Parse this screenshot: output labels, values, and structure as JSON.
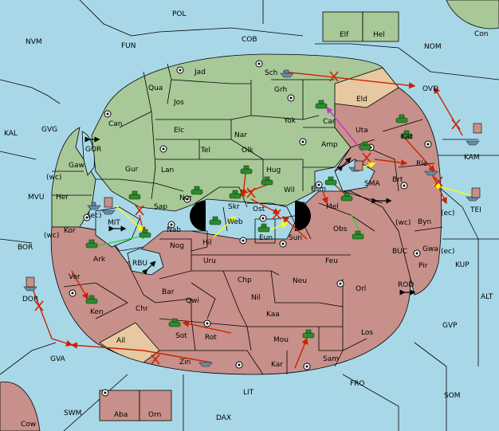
{
  "colors": {
    "sea": "#a8d8e8",
    "green_power": "#a8c898",
    "red_power": "#c8908a",
    "neutral": "#e8c8a0",
    "red_order": "#cc2200",
    "yellow_order": "#ffff00",
    "green_order": "#33cc33",
    "magenta_order": "#cc33cc"
  },
  "labels": {
    "POL": "POL",
    "NVM": "NVM",
    "FUN": "FUN",
    "COB": "COB",
    "NOM": "NOM",
    "Con": "Con",
    "Elf": "Elf",
    "Hel": "Hel",
    "Jad": "Jad",
    "Sch": "Sch",
    "Qua": "Qua",
    "Jos": "Jos",
    "Grh": "Grh",
    "Eld": "Eld",
    "OVD": "OVD",
    "KAL": "KAL",
    "GVG": "GVG",
    "Can": "Can",
    "Elc": "Elc",
    "Nar": "Nar",
    "Yok": "Yok",
    "Car": "Car",
    "Uta": "Uta",
    "Kat": "Kat",
    "KAM": "KAM",
    "GOR": "GOR",
    "Gaw": "Gaw",
    "Tel": "Tel",
    "Olk": "Olk",
    "Amp": "Amp",
    "Gur": "Gur",
    "Lan": "Lan",
    "Hug": "Hug",
    "SMA": "SMA",
    "Brt": "Brt",
    "Rle": "Rle",
    "wc1": "(wc)",
    "MVU": "MVU",
    "Her": "Her",
    "Nor": "Nor",
    "Wil": "Wil",
    "Esm": "Esm",
    "ec1": "(ec)",
    "Sap": "Sap",
    "Skr": "Skr",
    "Ost": "Ost",
    "Mel": "Mel",
    "Byn": "Byn",
    "ec2": "(ec)",
    "TEI": "TEI",
    "MIT": "MIT",
    "Web": "Web",
    "wc2": "(wc)",
    "Kor": "Kor",
    "Nab": "Nab",
    "Eun": "Eun",
    "Sun": "Sun",
    "Obs": "Obs",
    "wc3": "(wc)",
    "BOR": "BOR",
    "Hil": "Hil",
    "Gwa": "Gwa",
    "ec3": "(ec)",
    "Ark": "Ark",
    "RBU": "RBU",
    "Nog": "Nog",
    "Uru": "Uru",
    "Feu": "Feu",
    "BUC": "BUC",
    "KUP": "KUP",
    "Pir": "Pir",
    "Chp": "Chp",
    "Neu": "Neu",
    "Ver": "Ver",
    "ROD": "ROD",
    "Bar": "Bar",
    "Qwi": "Qwi",
    "Nil": "Nil",
    "Orl": "Orl",
    "DOR": "DOR",
    "ALT": "ALT",
    "Ken": "Ken",
    "Chr": "Chr",
    "Kaa": "Kaa",
    "GVP": "GVP",
    "Los": "Los",
    "Sot": "Sot",
    "Rot": "Rot",
    "Mou": "Mou",
    "Ail": "Ail",
    "GVA": "GVA",
    "Sam": "Sam",
    "Zin": "Zin",
    "Kar": "Kar",
    "FRO": "FRO",
    "LIT": "LIT",
    "SOM": "SOM",
    "SWM": "SWM",
    "Aba": "Aba",
    "Orn": "Orn",
    "DAX": "DAX",
    "Cow": "Cow"
  }
}
